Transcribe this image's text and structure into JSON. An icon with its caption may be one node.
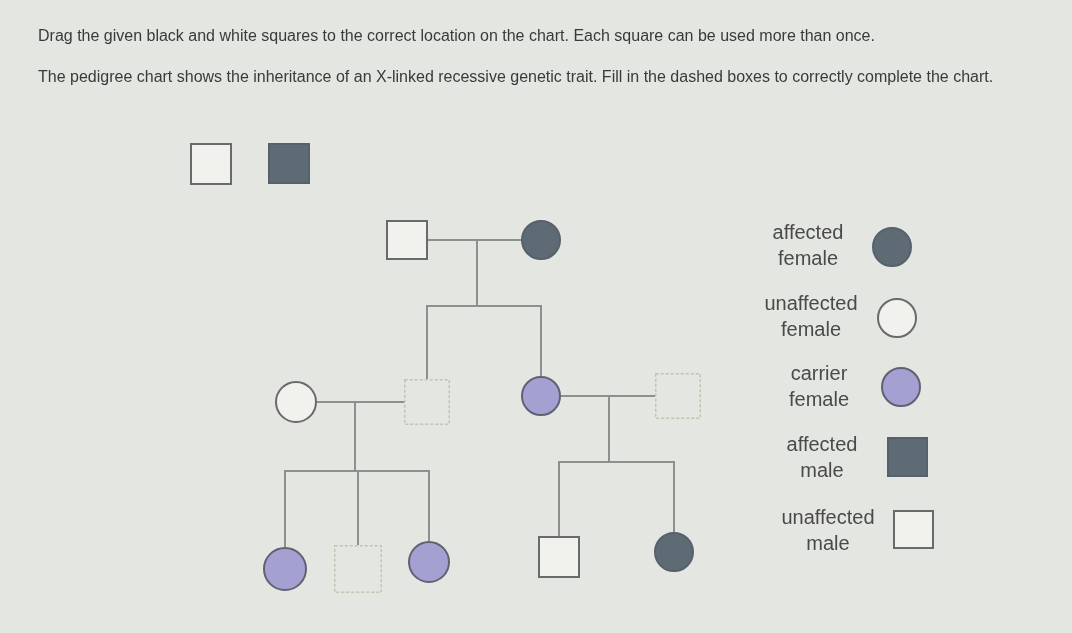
{
  "diagram": {
    "nodes": [
      {
        "text": [],
        "shape": "box"
      },
      {
        "text": [],
        "shape": "box"
      },
      {
        "text": [],
        "shape": "box"
      },
      {
        "text": [],
        "shape": "circle"
      },
      {
        "text": [],
        "shape": "circle"
      },
      {
        "text": [],
        "shape": "box"
      },
      {
        "text": [],
        "shape": "circle"
      },
      {
        "text": [],
        "shape": "box"
      },
      {
        "text": [],
        "shape": "circle"
      },
      {
        "text": [],
        "shape": "box"
      },
      {
        "text": [],
        "shape": "circle"
      },
      {
        "text": [],
        "shape": "box"
      },
      {
        "text": [],
        "shape": "circle"
      }
    ],
    "edges": [
      {
        "from": 2,
        "to": 3,
        "arrow": "none"
      },
      {
        "from": 2,
        "to": 5,
        "arrow": "none"
      },
      {
        "from": 2,
        "to": 6,
        "arrow": "none"
      },
      {
        "from": 3,
        "to": 5,
        "arrow": "none"
      },
      {
        "from": 3,
        "to": 6,
        "arrow": "none"
      },
      {
        "from": 4,
        "to": 5,
        "arrow": "none"
      },
      {
        "from": 4,
        "to": 8,
        "arrow": "none"
      },
      {
        "from": 4,
        "to": 9,
        "arrow": "none"
      },
      {
        "from": 4,
        "to": 10,
        "arrow": "none"
      },
      {
        "from": 5,
        "to": 8,
        "arrow": "none"
      },
      {
        "from": 5,
        "to": 9,
        "arrow": "none"
      },
      {
        "from": 5,
        "to": 10,
        "arrow": "none"
      },
      {
        "from": 6,
        "to": 7,
        "arrow": "none"
      },
      {
        "from": 6,
        "to": 11,
        "arrow": "none"
      },
      {
        "from": 6,
        "to": 12,
        "arrow": "none"
      },
      {
        "from": 7,
        "to": 11,
        "arrow": "none"
      },
      {
        "from": 7,
        "to": 12,
        "arrow": "none"
      }
    ],
    "labels": [
      "Drag the given black and white squares to the correct location on the chart. Each square can be used more than once.",
      "The pedigree chart shows the inheritance of an X-linked recessive genetic trait. Fill in the dashed boxes to correctly complete the chart."
    ],
    "legend": [
      {
        "text": "affected female"
      },
      {
        "text": "unaffected female"
      },
      {
        "text": "carrier female"
      },
      {
        "text": "affected male"
      },
      {
        "text": "unaffected male"
      }
    ]
  }
}
